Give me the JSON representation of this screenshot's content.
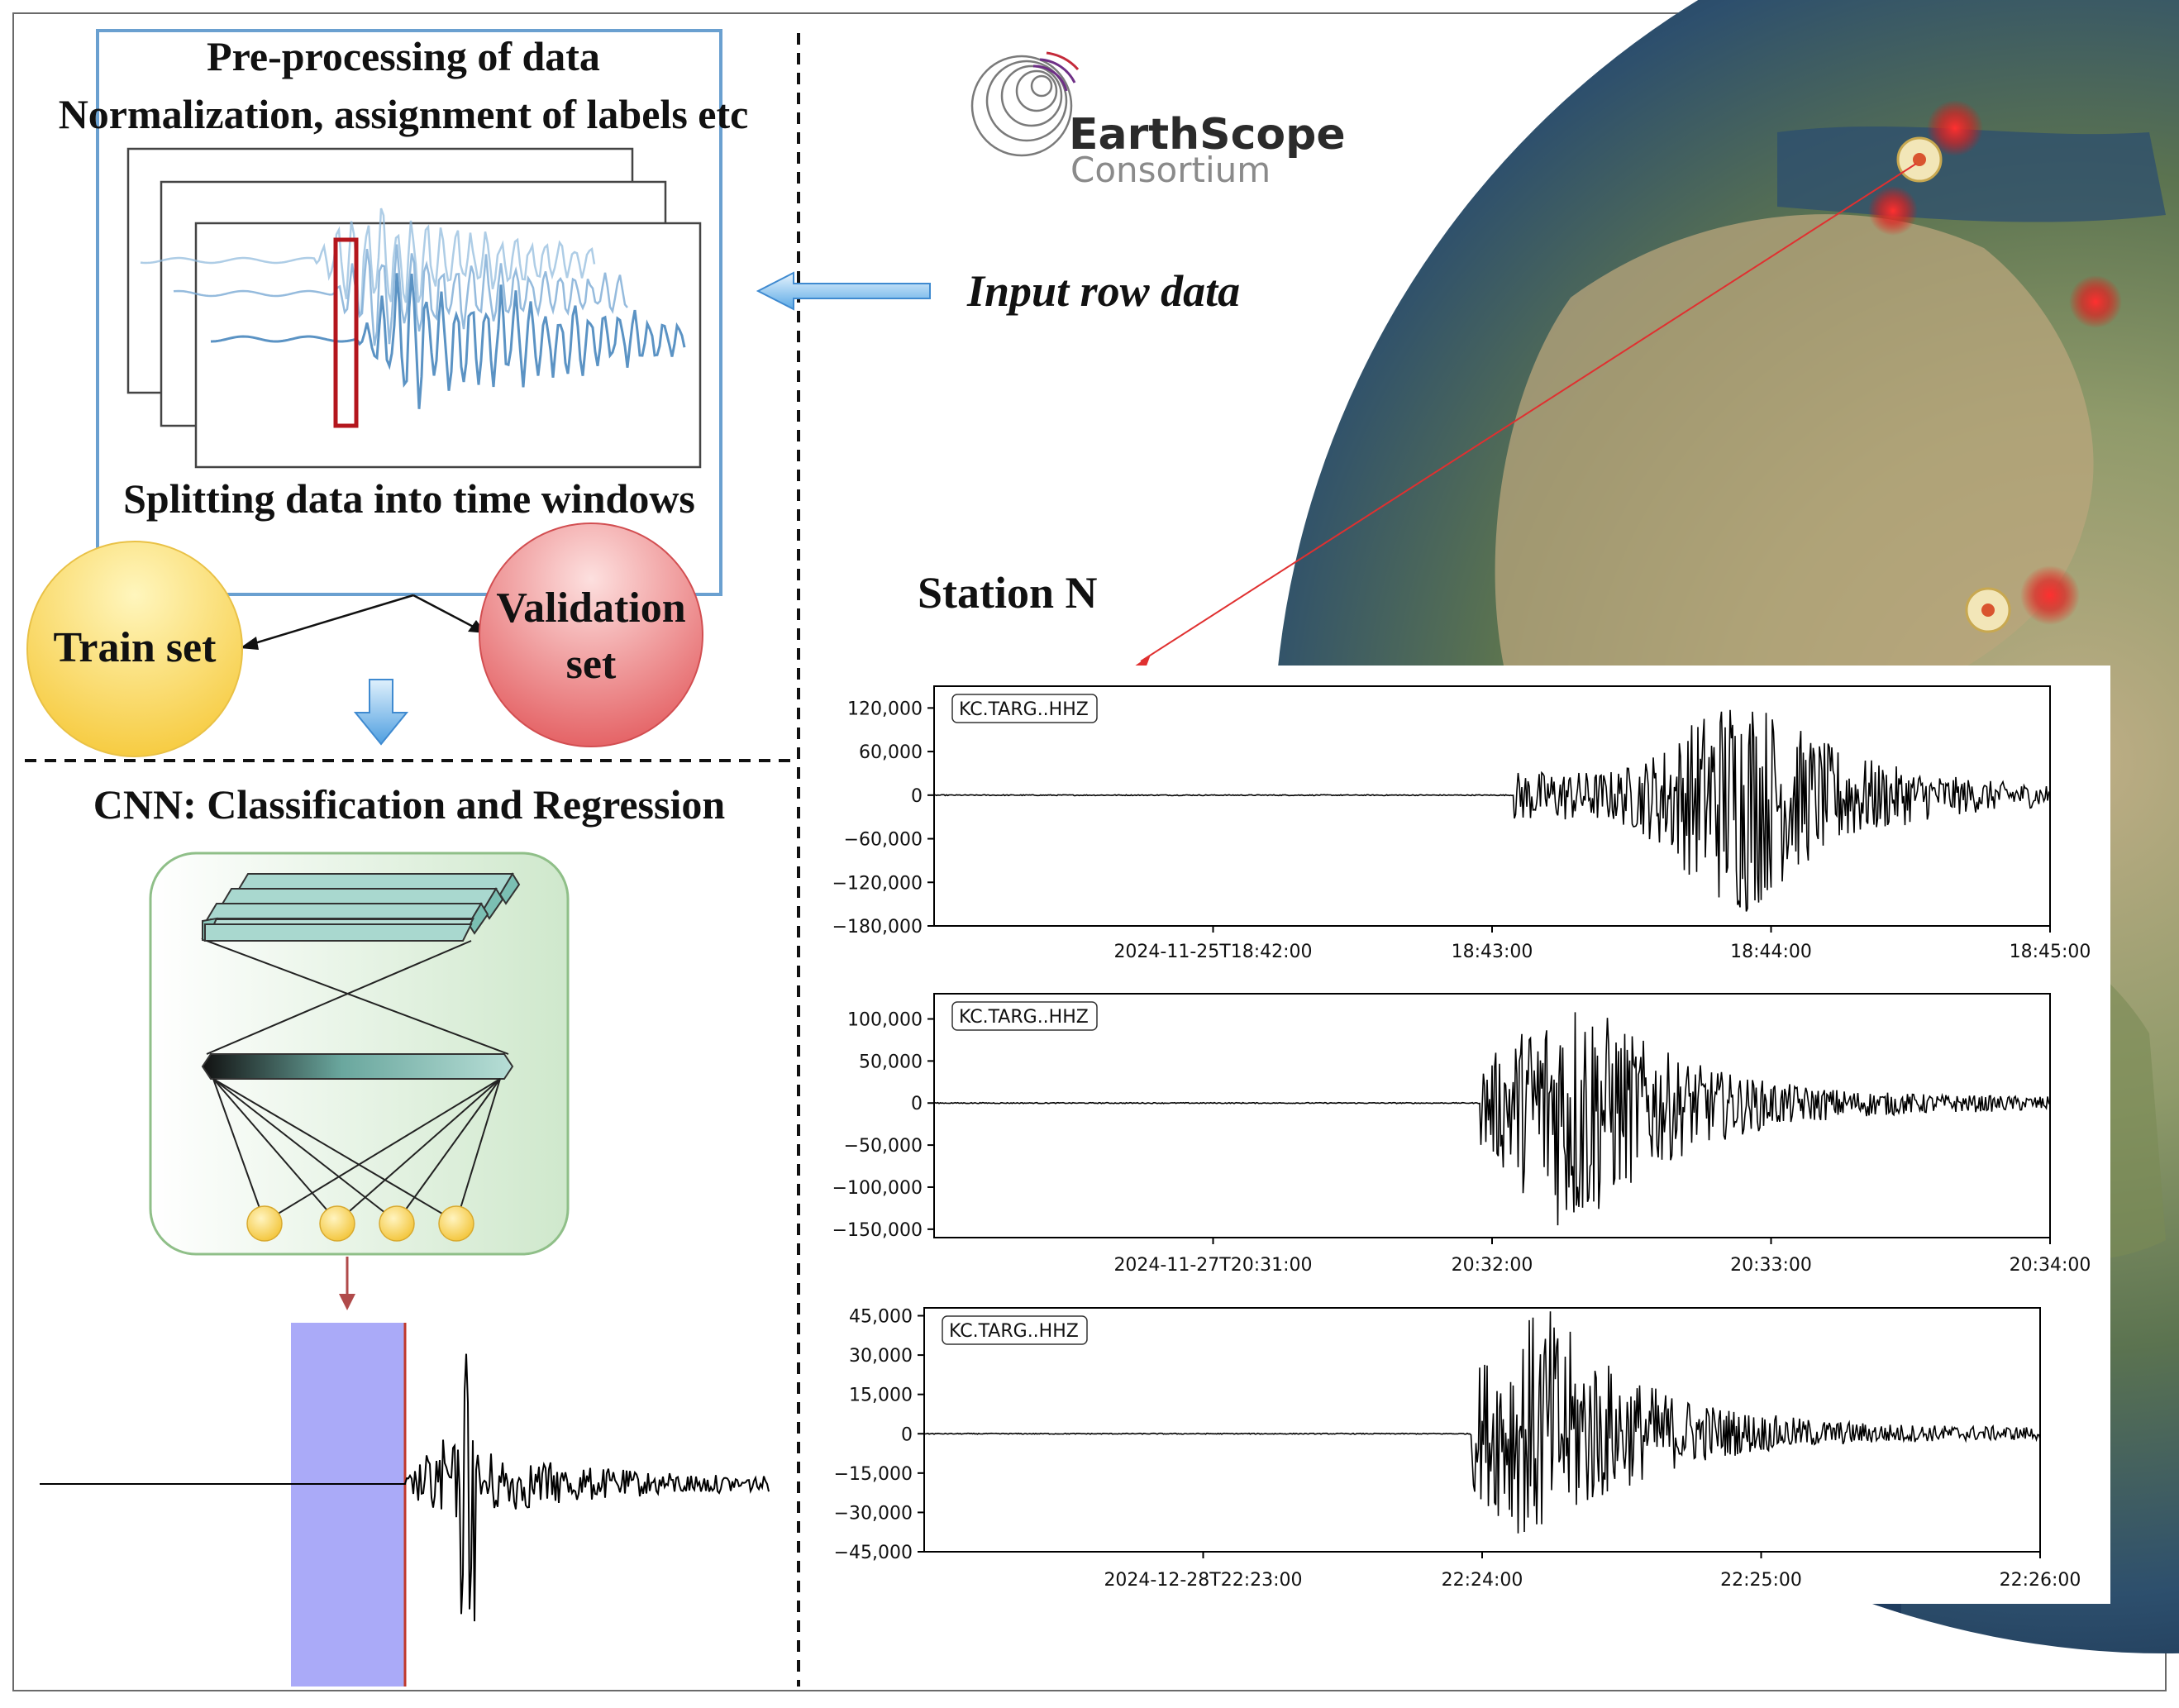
{
  "preprocessing": {
    "title": "Pre-processing of data",
    "subtitle": "Normalization, assignment of labels etc",
    "splitting": "Splitting data into time windows"
  },
  "sets": {
    "train": "Train set",
    "validation_line1": "Validation",
    "validation_line2": "set"
  },
  "cnn": {
    "title": "CNN: Classification and Regression"
  },
  "input": {
    "label": "Input row data"
  },
  "logo": {
    "name": "EarthScope",
    "sub": "Consortium"
  },
  "station": {
    "label": "Station N"
  },
  "colors": {
    "train": "#fcd84f",
    "validation": "#e8585c",
    "arrow": "#5aa9e6",
    "highlight": "#aaaaf8",
    "pick": "#c0392b",
    "globe_ocean": "#1f3f63"
  },
  "chart_data": [
    {
      "type": "line",
      "legend": "KC.TARG..HHZ",
      "ylim": [
        -180000,
        150000
      ],
      "yticks": [
        "120,000",
        "60,000",
        "0",
        "−60,000",
        "−120,000",
        "−180,000"
      ],
      "ytick_values": [
        120000,
        60000,
        0,
        -60000,
        -120000,
        -180000
      ],
      "xticks": [
        "2024-11-25T18:42:00",
        "18:43:00",
        "18:44:00",
        "18:45:00"
      ],
      "onset_fraction": 0.52,
      "peak_fraction": 0.73,
      "max_amplitude": 150000,
      "min_amplitude": -168000
    },
    {
      "type": "line",
      "legend": "KC.TARG..HHZ",
      "ylim": [
        -160000,
        130000
      ],
      "yticks": [
        "100,000",
        "50,000",
        "0",
        "−50,000",
        "−100,000",
        "−150,000"
      ],
      "ytick_values": [
        100000,
        50000,
        0,
        -50000,
        -100000,
        -150000
      ],
      "xticks": [
        "2024-11-27T20:31:00",
        "20:32:00",
        "20:33:00",
        "20:34:00"
      ],
      "onset_fraction": 0.49,
      "peak_fraction": 0.58,
      "max_amplitude": 135000,
      "min_amplitude": -160000
    },
    {
      "type": "line",
      "legend": "KC.TARG..HHZ",
      "ylim": [
        -45000,
        48000
      ],
      "yticks": [
        "45,000",
        "30,000",
        "15,000",
        "0",
        "−15,000",
        "−30,000",
        "−45,000"
      ],
      "ytick_values": [
        45000,
        30000,
        15000,
        0,
        -15000,
        -30000,
        -45000
      ],
      "xticks": [
        "2024-12-28T22:23:00",
        "22:24:00",
        "22:25:00",
        "22:26:00"
      ],
      "onset_fraction": 0.49,
      "peak_fraction": 0.56,
      "max_amplitude": 48000,
      "min_amplitude": -43000
    }
  ]
}
